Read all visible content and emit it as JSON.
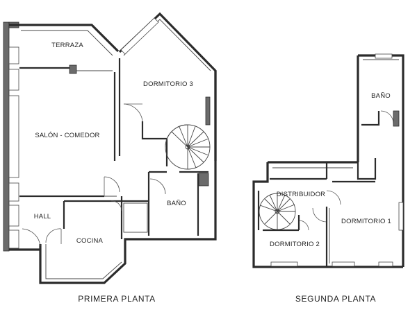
{
  "plans": [
    {
      "title": "PRIMERA PLANTA",
      "rooms": {
        "terraza": "TERRAZA",
        "dormitorio3": "DORMITORIO 3",
        "salon": "SALÓN - COMEDOR",
        "bano": "BAÑO",
        "hall": "HALL",
        "cocina": "COCINA"
      }
    },
    {
      "title": "SEGUNDA PLANTA",
      "rooms": {
        "bano": "BAÑO",
        "distribuidor": "DISTRIBUIDOR",
        "dormitorio1": "DORMITORIO 1",
        "dormitorio2": "DORMITORIO 2"
      }
    }
  ]
}
